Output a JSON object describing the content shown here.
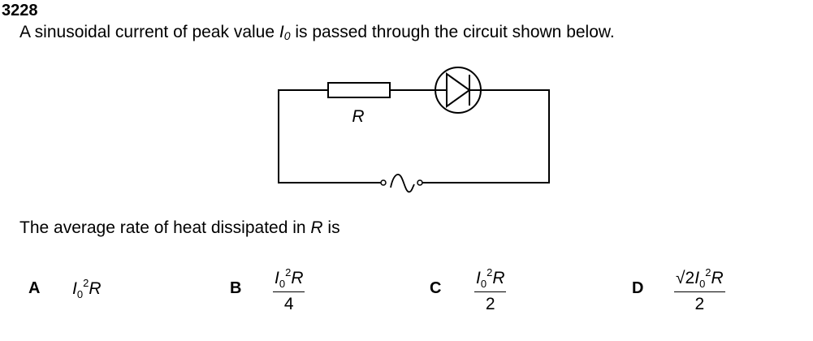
{
  "question": {
    "number": "3228",
    "stem_before": "A sinusoidal current of peak value ",
    "stem_symbol": "I",
    "stem_subscript": "0",
    "stem_after": " is passed through the circuit shown below.",
    "prompt_before": "The average rate of heat dissipated in ",
    "prompt_symbol": "R",
    "prompt_after": " is"
  },
  "circuit": {
    "resistor_label": "R",
    "components": [
      "resistor",
      "diode",
      "ac-source"
    ]
  },
  "options": [
    {
      "letter": "A",
      "numerator": {
        "I": "I",
        "sub": "0",
        "sup": "2",
        "R": "R"
      },
      "denominator": ""
    },
    {
      "letter": "B",
      "numerator": {
        "I": "I",
        "sub": "0",
        "sup": "2",
        "R": "R"
      },
      "denominator": "4"
    },
    {
      "letter": "C",
      "numerator": {
        "I": "I",
        "sub": "0",
        "sup": "2",
        "R": "R"
      },
      "denominator": "2"
    },
    {
      "letter": "D",
      "numerator": {
        "root_symbol": "√",
        "root": "2",
        "I": "I",
        "sub": "0",
        "sup": "2",
        "R": "R"
      },
      "denominator": "2"
    }
  ]
}
